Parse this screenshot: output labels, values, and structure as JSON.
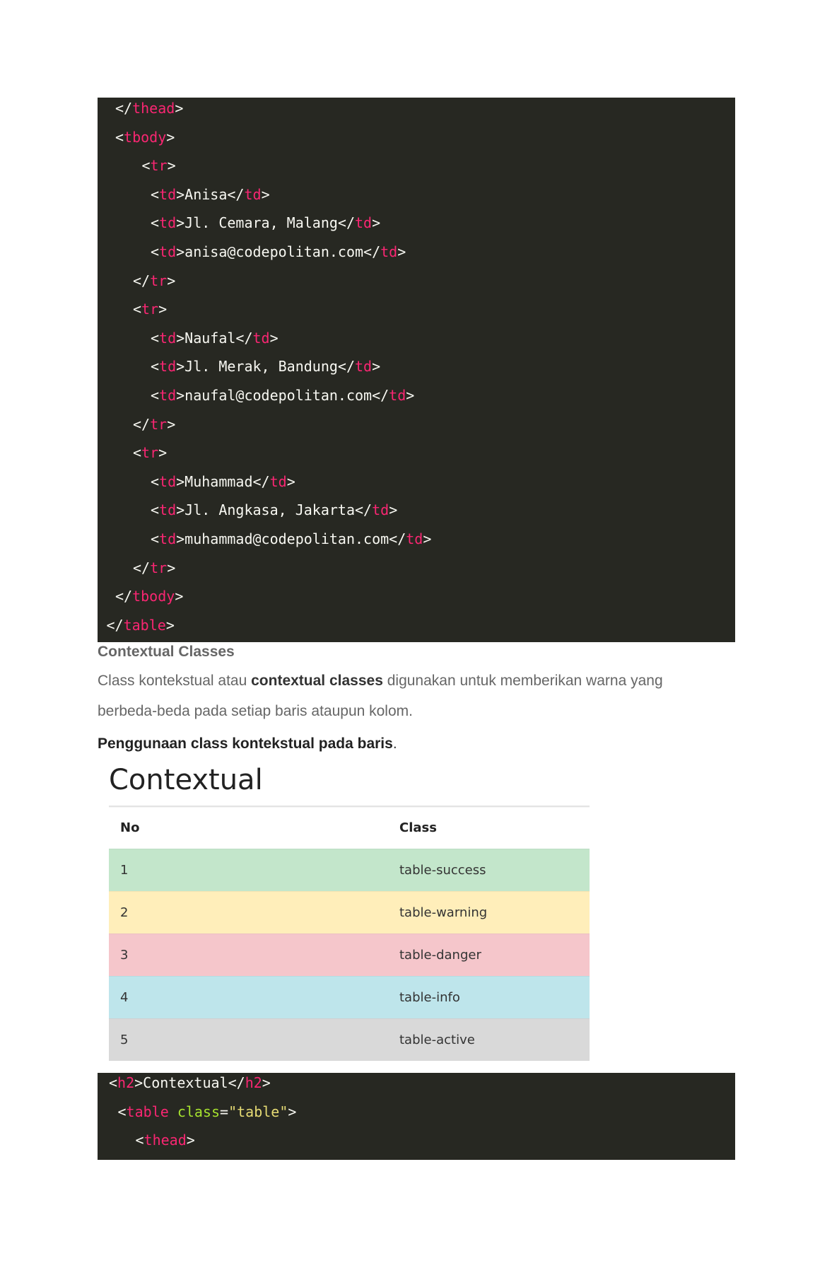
{
  "code_top": [
    {
      "indent": 2,
      "tokens": [
        [
          "</",
          "txt"
        ],
        [
          "thead",
          "tag"
        ],
        [
          ">",
          "txt"
        ]
      ]
    },
    {
      "indent": 2,
      "tokens": [
        [
          "<",
          "txt"
        ],
        [
          "tbody",
          "tag"
        ],
        [
          ">",
          "txt"
        ]
      ]
    },
    {
      "indent": 5,
      "tokens": [
        [
          "<",
          "txt"
        ],
        [
          "tr",
          "tag"
        ],
        [
          ">",
          "txt"
        ]
      ]
    },
    {
      "indent": 6,
      "tokens": [
        [
          "<",
          "txt"
        ],
        [
          "td",
          "tag"
        ],
        [
          ">Anisa</",
          "txt"
        ],
        [
          "td",
          "tag"
        ],
        [
          ">",
          "txt"
        ]
      ]
    },
    {
      "indent": 6,
      "tokens": [
        [
          "<",
          "txt"
        ],
        [
          "td",
          "tag"
        ],
        [
          ">Jl. Cemara, Malang</",
          "txt"
        ],
        [
          "td",
          "tag"
        ],
        [
          ">",
          "txt"
        ]
      ]
    },
    {
      "indent": 6,
      "tokens": [
        [
          "<",
          "txt"
        ],
        [
          "td",
          "tag"
        ],
        [
          ">anisa@codepolitan.com</",
          "txt"
        ],
        [
          "td",
          "tag"
        ],
        [
          ">",
          "txt"
        ]
      ]
    },
    {
      "indent": 4,
      "tokens": [
        [
          "</",
          "txt"
        ],
        [
          "tr",
          "tag"
        ],
        [
          ">",
          "txt"
        ]
      ]
    },
    {
      "indent": 4,
      "tokens": [
        [
          "<",
          "txt"
        ],
        [
          "tr",
          "tag"
        ],
        [
          ">",
          "txt"
        ]
      ]
    },
    {
      "indent": 6,
      "tokens": [
        [
          "<",
          "txt"
        ],
        [
          "td",
          "tag"
        ],
        [
          ">Naufal</",
          "txt"
        ],
        [
          "td",
          "tag"
        ],
        [
          ">",
          "txt"
        ]
      ]
    },
    {
      "indent": 6,
      "tokens": [
        [
          "<",
          "txt"
        ],
        [
          "td",
          "tag"
        ],
        [
          ">Jl. Merak, Bandung</",
          "txt"
        ],
        [
          "td",
          "tag"
        ],
        [
          ">",
          "txt"
        ]
      ]
    },
    {
      "indent": 6,
      "tokens": [
        [
          "<",
          "txt"
        ],
        [
          "td",
          "tag"
        ],
        [
          ">naufal@codepolitan.com</",
          "txt"
        ],
        [
          "td",
          "tag"
        ],
        [
          ">",
          "txt"
        ]
      ]
    },
    {
      "indent": 4,
      "tokens": [
        [
          "</",
          "txt"
        ],
        [
          "tr",
          "tag"
        ],
        [
          ">",
          "txt"
        ]
      ]
    },
    {
      "indent": 4,
      "tokens": [
        [
          "<",
          "txt"
        ],
        [
          "tr",
          "tag"
        ],
        [
          ">",
          "txt"
        ]
      ]
    },
    {
      "indent": 6,
      "tokens": [
        [
          "<",
          "txt"
        ],
        [
          "td",
          "tag"
        ],
        [
          ">Muhammad</",
          "txt"
        ],
        [
          "td",
          "tag"
        ],
        [
          ">",
          "txt"
        ]
      ]
    },
    {
      "indent": 6,
      "tokens": [
        [
          "<",
          "txt"
        ],
        [
          "td",
          "tag"
        ],
        [
          ">Jl. Angkasa, Jakarta</",
          "txt"
        ],
        [
          "td",
          "tag"
        ],
        [
          ">",
          "txt"
        ]
      ]
    },
    {
      "indent": 6,
      "tokens": [
        [
          "<",
          "txt"
        ],
        [
          "td",
          "tag"
        ],
        [
          ">muhammad@codepolitan.com</",
          "txt"
        ],
        [
          "td",
          "tag"
        ],
        [
          ">",
          "txt"
        ]
      ]
    },
    {
      "indent": 4,
      "tokens": [
        [
          "</",
          "txt"
        ],
        [
          "tr",
          "tag"
        ],
        [
          ">",
          "txt"
        ]
      ]
    },
    {
      "indent": 2,
      "tokens": [
        [
          "</",
          "txt"
        ],
        [
          "tbody",
          "tag"
        ],
        [
          ">",
          "txt"
        ]
      ]
    },
    {
      "indent": 1,
      "tokens": [
        [
          "</",
          "txt"
        ],
        [
          "table",
          "tag"
        ],
        [
          ">",
          "txt"
        ]
      ]
    }
  ],
  "section": {
    "heading": "Contextual Classes",
    "para_line1_a": "Class kontekstual atau ",
    "para_line1_bold": "contextual classes",
    "para_line1_b": " digunakan untuk memberikan warna yang",
    "para_line2": "berbeda-beda pada setiap baris ataupun kolom.",
    "lead_bold": "Penggunaan class kontekstual pada baris",
    "lead_end": "."
  },
  "demo": {
    "title": "Contextual",
    "headers": [
      "No",
      "Class"
    ],
    "rows": [
      {
        "no": "1",
        "cls": "table-success",
        "color": "#c3e6cb"
      },
      {
        "no": "2",
        "cls": "table-warning",
        "color": "#ffeeba"
      },
      {
        "no": "3",
        "cls": "table-danger",
        "color": "#f5c6cb"
      },
      {
        "no": "4",
        "cls": "table-info",
        "color": "#bee5eb"
      },
      {
        "no": "5",
        "cls": "table-active",
        "color": "#d9d9d9"
      }
    ]
  },
  "code_bottom": [
    {
      "indent": 0,
      "tokens": [
        [
          "<",
          "txt"
        ],
        [
          "h2",
          "tag"
        ],
        [
          ">Contextual</",
          "txt"
        ],
        [
          "h2",
          "tag"
        ],
        [
          ">",
          "txt"
        ]
      ]
    },
    {
      "indent": 1,
      "tokens": [
        [
          "<",
          "txt"
        ],
        [
          "table",
          "tag"
        ],
        [
          " ",
          "txt"
        ],
        [
          "class",
          "attr"
        ],
        [
          "=",
          "txt"
        ],
        [
          "\"table\"",
          "str"
        ],
        [
          ">",
          "txt"
        ]
      ]
    },
    {
      "indent": 3,
      "tokens": [
        [
          "<",
          "txt"
        ],
        [
          "thead",
          "tag"
        ],
        [
          ">",
          "txt"
        ]
      ]
    }
  ]
}
